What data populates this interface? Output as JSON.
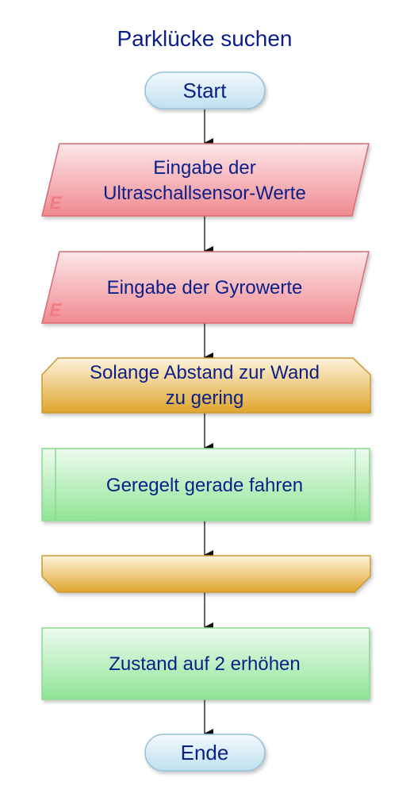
{
  "title": "Parklücke suchen",
  "start_label": "Start",
  "end_label": "Ende",
  "input_marker": "E",
  "steps": {
    "input1": {
      "line1": "Eingabe der",
      "line2": "Ultraschallsensor-Werte"
    },
    "input2": {
      "label": "Eingabe der Gyrowerte"
    },
    "loop": {
      "line1": "Solange Abstand zur Wand",
      "line2": "zu gering"
    },
    "sub": {
      "label": "Geregelt gerade fahren"
    },
    "process": {
      "label": "Zustand auf 2 erhöhen"
    }
  },
  "colors": {
    "text": "#0b1f8a",
    "terminal_fill_top": "#f2f9fd",
    "terminal_fill_bottom": "#bfe0ef",
    "terminal_stroke": "#95c2d8",
    "input_fill_top": "#fde6e8",
    "input_fill_bottom": "#ef8a90",
    "input_stroke": "#dc6b73",
    "input_marker": "#f17a80",
    "loop_fill_top": "#fdf3dc",
    "loop_fill_bottom": "#dfa52d",
    "loop_stroke": "#c99a35",
    "process_fill_top": "#edfbef",
    "process_fill_bottom": "#8fe495",
    "process_stroke": "#8ad98f",
    "arrow": "#111111"
  }
}
